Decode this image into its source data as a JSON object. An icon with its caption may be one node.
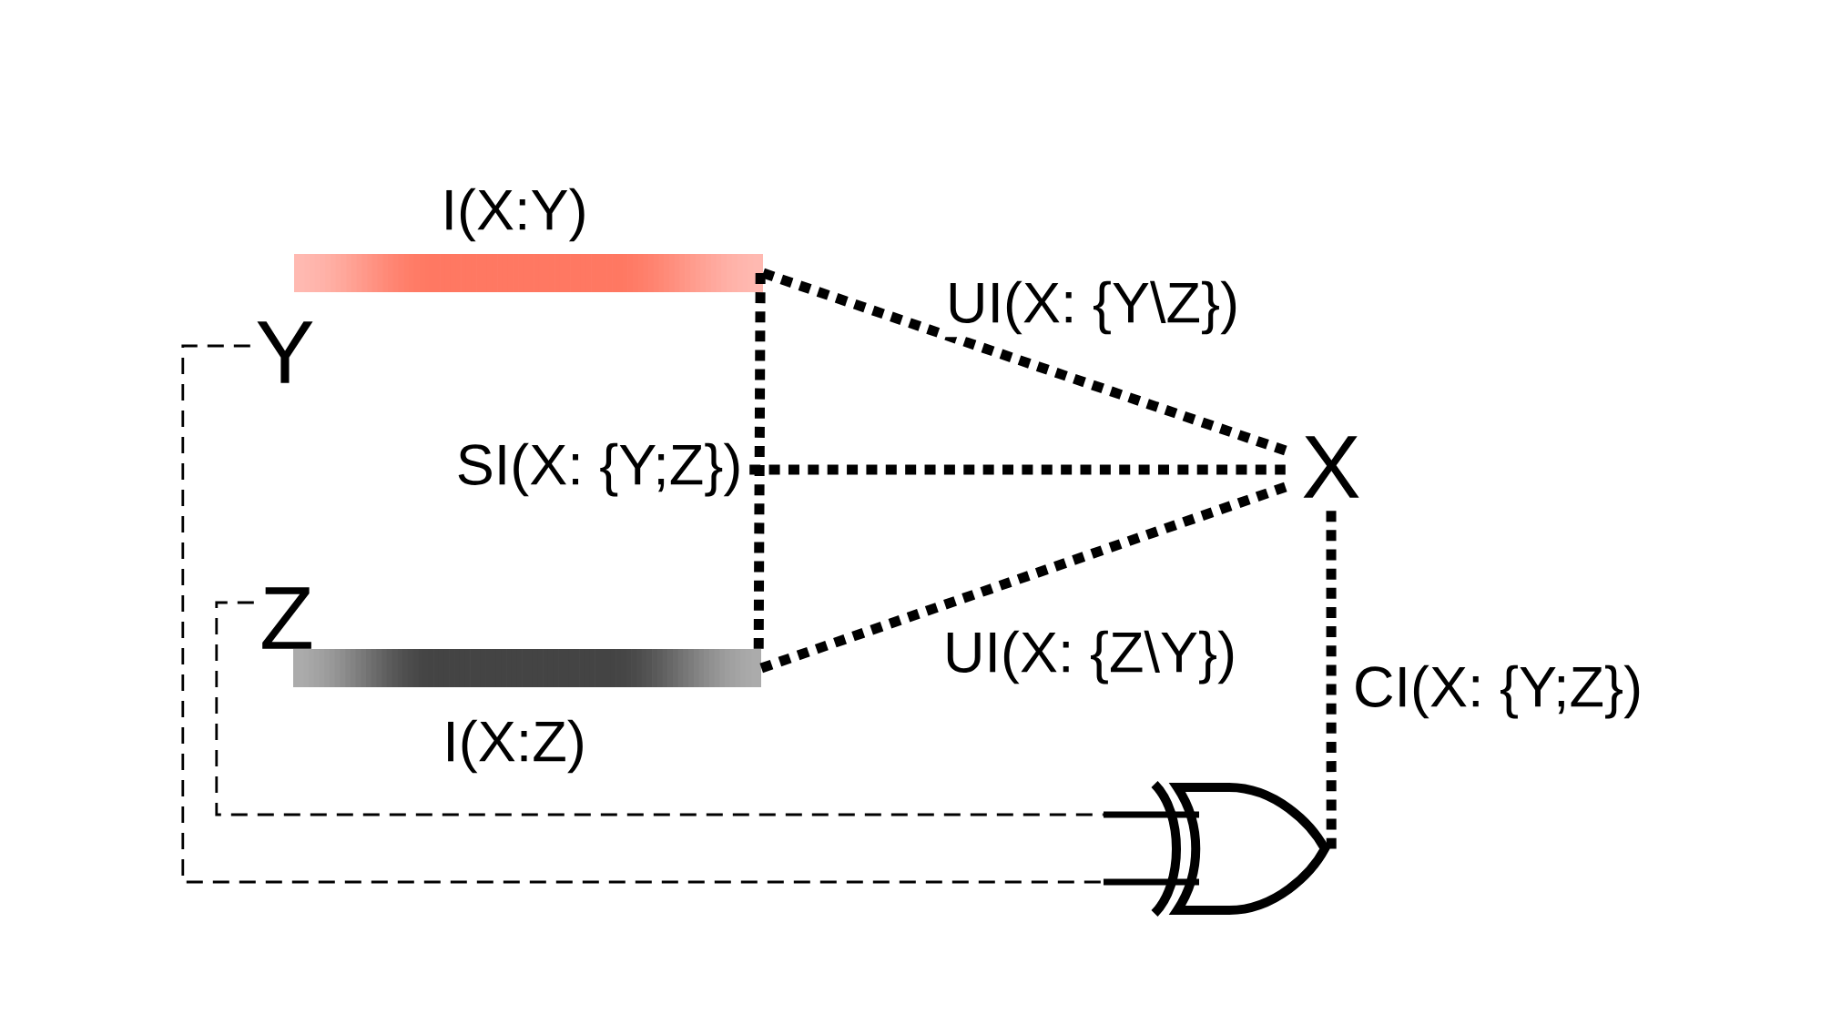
{
  "diagram": {
    "nodes": [
      {
        "text": [
          "I(X:Y)"
        ]
      },
      {
        "text": [
          "Y"
        ]
      },
      {
        "text": [
          "SI(X: {Y;Z})"
        ]
      },
      {
        "text": [
          "X"
        ]
      },
      {
        "text": [
          "Z"
        ]
      },
      {
        "text": [
          "I(X:Z)"
        ]
      },
      {
        "text": [],
        "shape": "gate"
      }
    ],
    "edges": [
      {
        "from": 0,
        "to": 5,
        "arrow": "none"
      },
      {
        "from": 0,
        "to": 3,
        "arrow": "none",
        "label": "UI(X: {Y\\Z})"
      },
      {
        "from": 2,
        "to": 3,
        "arrow": "none"
      },
      {
        "from": 5,
        "to": 3,
        "arrow": "none",
        "label": "UI(X: {Z\\Y})"
      },
      {
        "from": 3,
        "to": 6,
        "arrow": "none",
        "label": "CI(X: {Y;Z})"
      },
      {
        "from": 1,
        "to": 6,
        "arrow": "none",
        "style": "dashed"
      },
      {
        "from": 4,
        "to": 6,
        "arrow": "none",
        "style": "dashed"
      }
    ]
  }
}
